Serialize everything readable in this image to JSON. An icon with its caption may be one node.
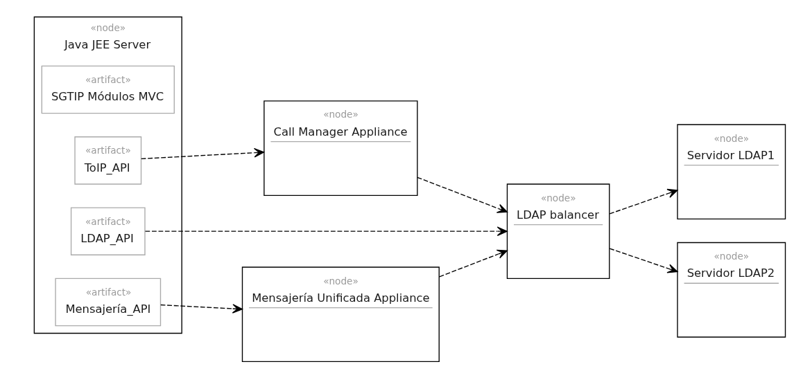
{
  "diagram": {
    "nodes": [
      {
        "text": [
          "«node»",
          "Java JEE Server"
        ]
      },
      {
        "text": [
          "«artifact»",
          "SGTIP Módulos MVC"
        ],
        "in": 0
      },
      {
        "text": [
          "«artifact»",
          "ToIP_API"
        ],
        "in": 0
      },
      {
        "text": [
          "«artifact»",
          "LDAP_API"
        ],
        "in": 0
      },
      {
        "text": [
          "«artifact»",
          "Mensajería_API"
        ],
        "in": 0
      },
      {
        "text": [
          "«node»",
          "Call Manager Appliance"
        ]
      },
      {
        "text": [
          "«node»",
          "LDAP balancer"
        ]
      },
      {
        "text": [
          "«node»",
          "Mensajería Unificada Appliance"
        ]
      },
      {
        "text": [
          "«node»",
          "Servidor LDAP1"
        ]
      },
      {
        "text": [
          "«node»",
          "Servidor LDAP2"
        ]
      }
    ],
    "edges": [
      {
        "from": 2,
        "to": 5,
        "arrow": "to",
        "style": "dashed"
      },
      {
        "from": 3,
        "to": 6,
        "arrow": "to",
        "style": "dashed"
      },
      {
        "from": 4,
        "to": 7,
        "arrow": "to",
        "style": "dashed"
      },
      {
        "from": 5,
        "to": 6,
        "arrow": "to",
        "style": "dashed"
      },
      {
        "from": 7,
        "to": 6,
        "arrow": "to",
        "style": "dashed"
      },
      {
        "from": 6,
        "to": 8,
        "arrow": "to",
        "style": "dashed"
      },
      {
        "from": 6,
        "to": 9,
        "arrow": "to",
        "style": "dashed"
      }
    ]
  }
}
